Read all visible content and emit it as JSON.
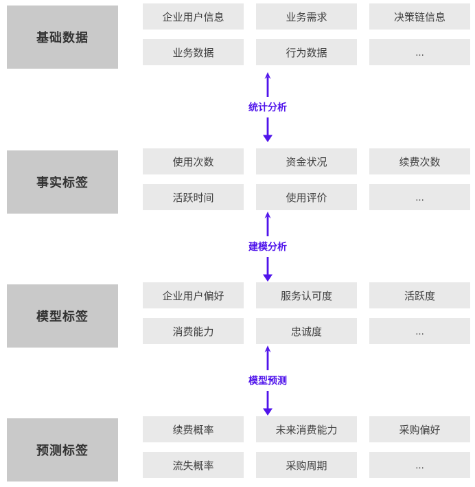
{
  "colors": {
    "accent": "#5014eb",
    "label_box_bg": "#c9c9c9",
    "item_box_bg": "#e9e9e9",
    "label_text": "#333333",
    "item_text": "#404040",
    "page_bg": "#ffffff"
  },
  "sections": [
    {
      "label": "基础数据",
      "items": [
        "企业用户信息",
        "业务需求",
        "决策链信息",
        "业务数据",
        "行为数据",
        "..."
      ]
    },
    {
      "label": "事实标签",
      "items": [
        "使用次数",
        "资金状况",
        "续费次数",
        "活跃时间",
        "使用评价",
        "..."
      ]
    },
    {
      "label": "模型标签",
      "items": [
        "企业用户偏好",
        "服务认可度",
        "活跃度",
        "消费能力",
        "忠诚度",
        "..."
      ]
    },
    {
      "label": "预测标签",
      "items": [
        "续费概率",
        "未来消费能力",
        "采购偏好",
        "流失概率",
        "采购周期",
        "..."
      ]
    }
  ],
  "arrows": [
    {
      "label": "统计分析"
    },
    {
      "label": "建模分析"
    },
    {
      "label": "模型预测"
    }
  ]
}
